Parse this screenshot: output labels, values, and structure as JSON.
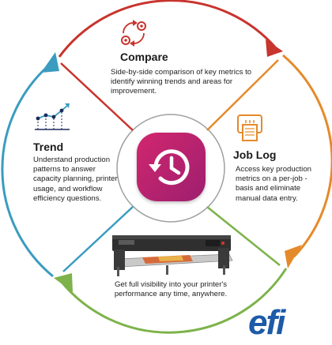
{
  "sections": {
    "compare": {
      "heading": "Compare",
      "description": "Side-by-side comparison of key metrics to identify winning trends and areas for improvement.",
      "icon": "compare-cycle-icon"
    },
    "trend": {
      "heading": "Trend",
      "description": "Understand production patterns to answer capacity planning, printer usage, and workflow efficiency questions.",
      "icon": "trend-chart-icon"
    },
    "job_log": {
      "heading": "Job Log",
      "description": "Access key production metrics on a per-job -basis and eliminate manual data entry.",
      "icon": "printer-log-icon"
    },
    "printer": {
      "description": "Get full visibility into your printer's performance any time, anywhere.",
      "image": "wide-format-printer"
    }
  },
  "center": {
    "icon": "history-clock-icon"
  },
  "logo": {
    "text": "efi"
  },
  "colors": {
    "compare_arc": "#c8342e",
    "joblog_arc": "#e58a2b",
    "printer_arc": "#7db34a",
    "trend_arc": "#3a9cbf",
    "center_icon_start": "#d2266e",
    "center_icon_end": "#9d1f6f",
    "logo_blue": "#1d5aa8"
  }
}
